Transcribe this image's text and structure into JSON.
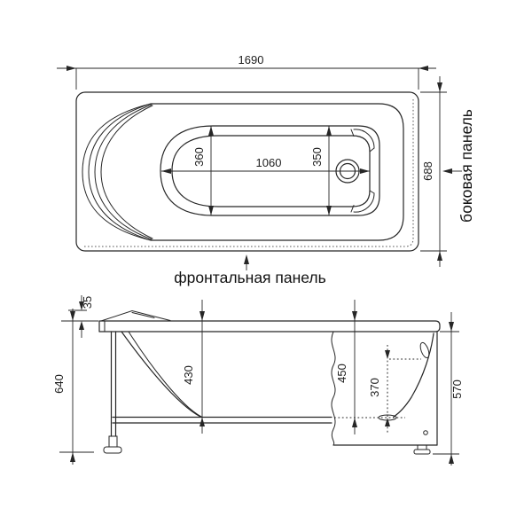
{
  "top_view": {
    "length": "1690",
    "width": "688",
    "bowl_width_left": "360",
    "bowl_length": "1060",
    "bowl_width_right": "350",
    "front_panel_label": "фронтальная панель",
    "side_panel_label": "боковая панель"
  },
  "side_view": {
    "headrest_rise": "35",
    "total_height": "640",
    "inner_depth": "430",
    "end_inner_depth": "450",
    "overflow_to_drain": "370",
    "panel_height": "570"
  },
  "colors": {
    "line": "#262626",
    "dotted_line": "#5a5a5a",
    "background": "#ffffff"
  }
}
